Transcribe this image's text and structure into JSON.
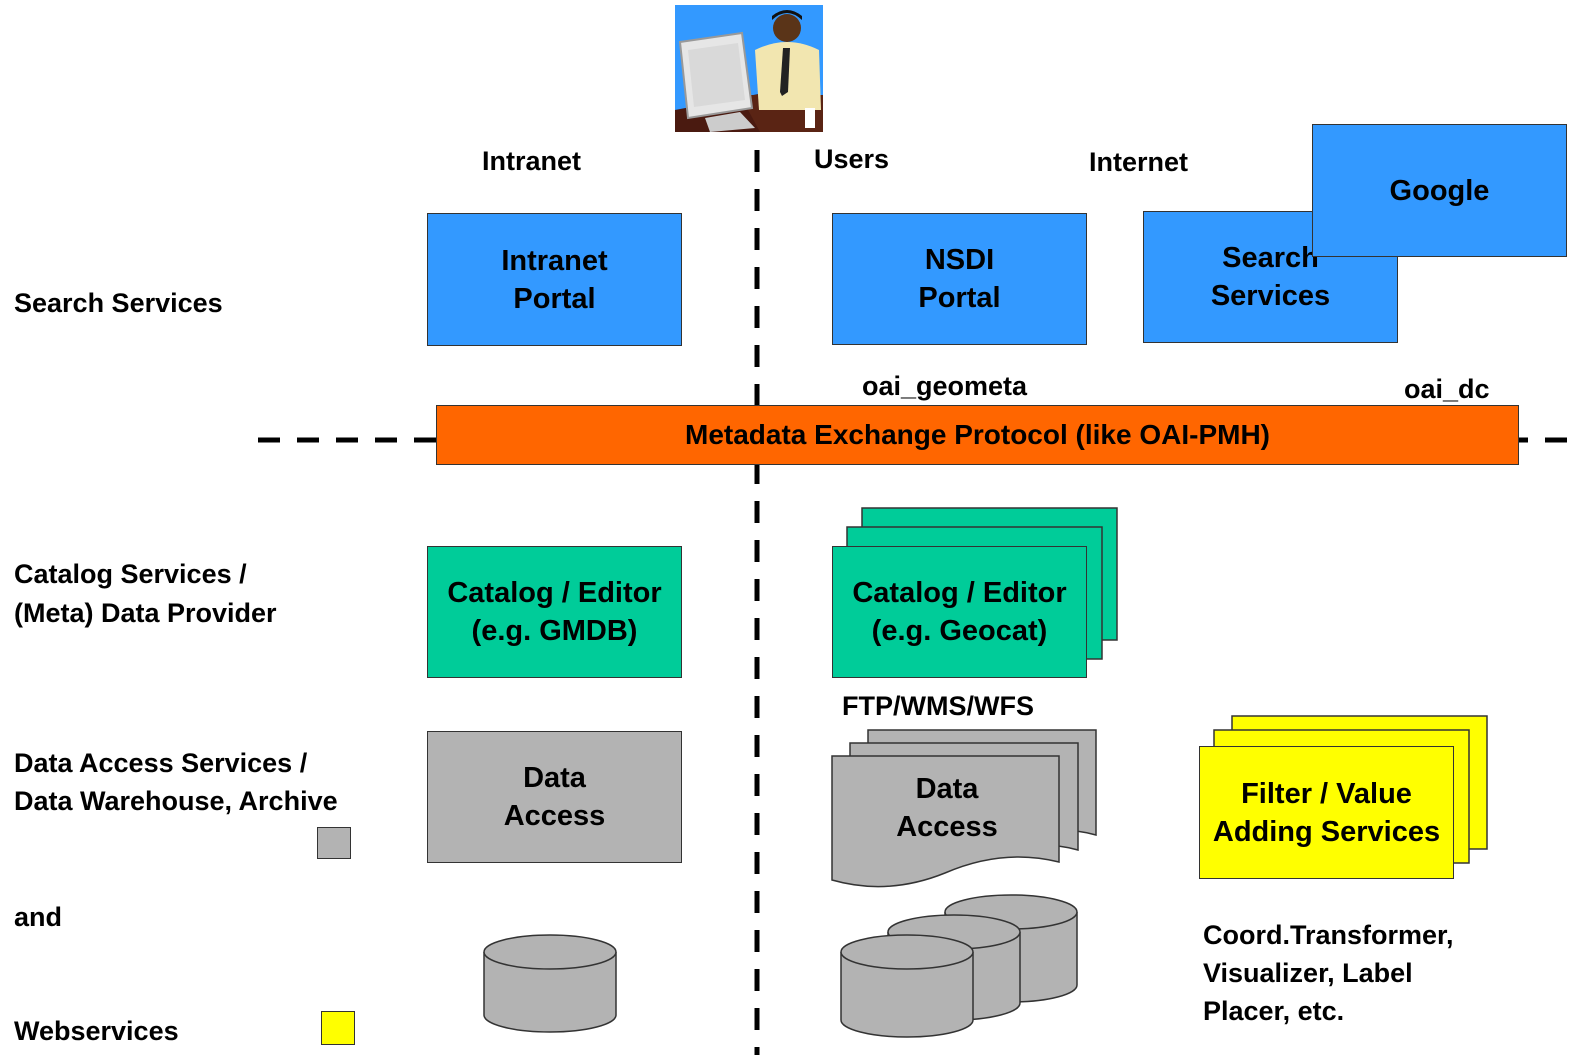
{
  "user_icon": {
    "name": "user-at-computer-icon"
  },
  "zones": {
    "intranet": "Intranet",
    "users": "Users",
    "internet": "Internet"
  },
  "row_labels": {
    "search_services": "Search Services",
    "catalog_line1": "Catalog Services /",
    "catalog_line2": "(Meta) Data Provider",
    "data_access_line1": "Data Access Services /",
    "data_access_line2": "Data Warehouse, Archive",
    "and": "and",
    "webservices": "Webservices"
  },
  "legend": {
    "gray_swatch_color": "#b3b3b3",
    "yellow_swatch_color": "#ffff00"
  },
  "boxes": {
    "intranet_portal": [
      "Intranet",
      "Portal"
    ],
    "nsdi_portal": [
      "NSDI",
      "Portal"
    ],
    "search_services": [
      "Search",
      "Services"
    ],
    "google": "Google",
    "protocol_bar": "Metadata Exchange Protocol (like OAI-PMH)",
    "catalog_gmdb": [
      "Catalog / Editor",
      "(e.g. GMDB)"
    ],
    "catalog_geocat": [
      "Catalog / Editor",
      "(e.g. Geocat)"
    ],
    "data_access_left": [
      "Data",
      "Access"
    ],
    "data_access_right": [
      "Data",
      "Access"
    ],
    "filter_services": [
      "Filter / Value",
      "Adding Services"
    ]
  },
  "annotations": {
    "oai_geometa": "oai_geometa",
    "oai_dc": "oai_dc",
    "ftp": "FTP/WMS/WFS",
    "tools_line1": "Coord.Transformer,",
    "tools_line2": "Visualizer, Label",
    "tools_line3": "Placer, etc."
  },
  "colors": {
    "portal_blue": "#3399ff",
    "catalog_green": "#00cc99",
    "data_gray": "#b3b3b3",
    "webservice_yellow": "#ffff00",
    "protocol_orange": "#ff6600"
  }
}
